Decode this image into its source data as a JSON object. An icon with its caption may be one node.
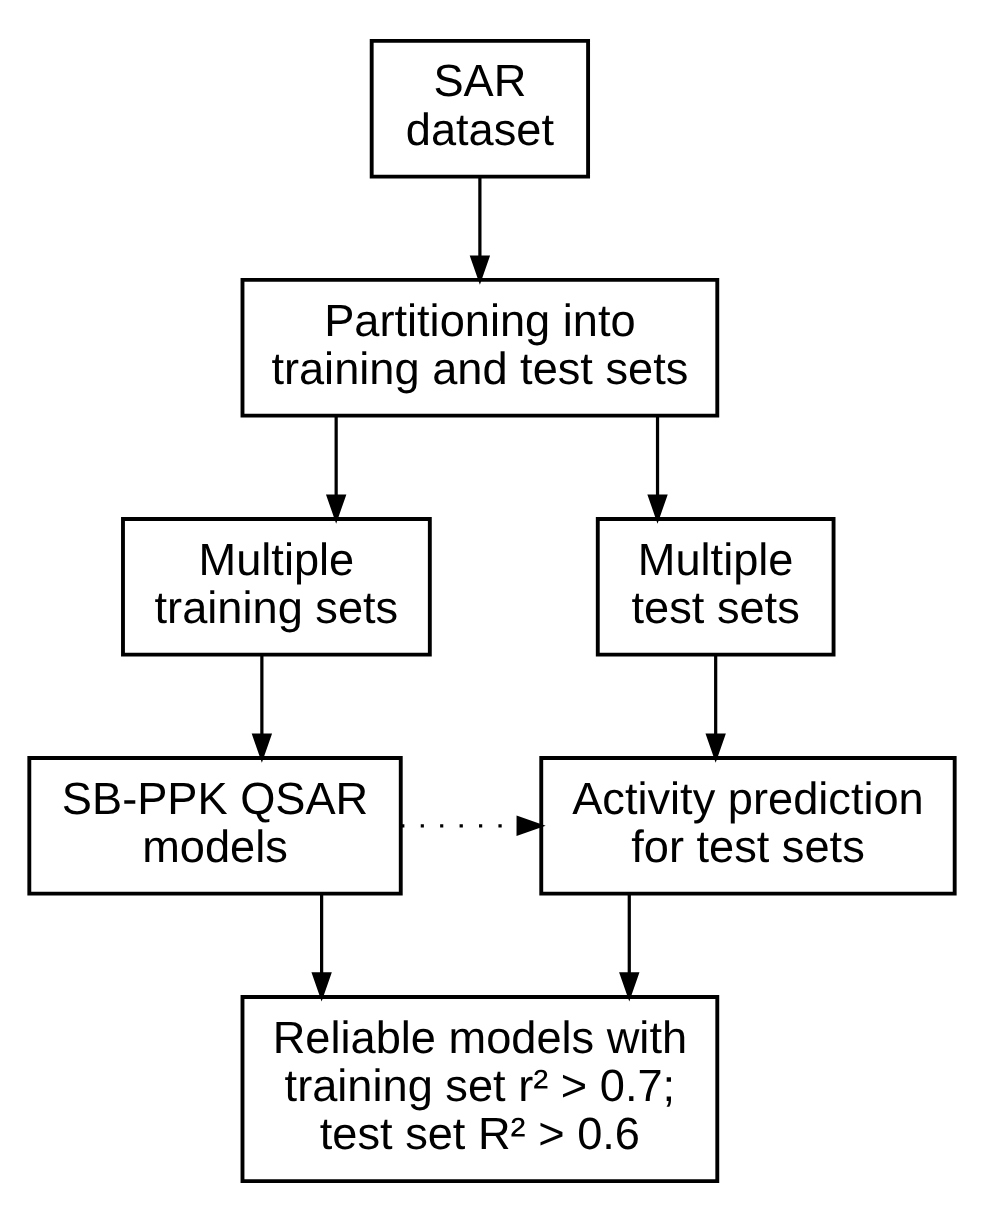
{
  "diagram": {
    "nodes": [
      {
        "text": [
          "SAR dataset"
        ]
      },
      {
        "text": [
          "Partitioning into training and test sets"
        ]
      },
      {
        "text": [
          "Multiple training sets"
        ]
      },
      {
        "text": [
          "Multiple test sets"
        ]
      },
      {
        "text": [
          "SB-PPK QSAR models"
        ]
      },
      {
        "text": [
          "Activity prediction for test sets"
        ]
      },
      {
        "text": [
          "Reliable models with training set r² > 0.7; test set R² > 0.6"
        ]
      }
    ],
    "edges": [
      {
        "from": 0,
        "to": 1,
        "arrow": "to"
      },
      {
        "from": 1,
        "to": 2,
        "arrow": "to"
      },
      {
        "from": 1,
        "to": 3,
        "arrow": "to"
      },
      {
        "from": 2,
        "to": 4,
        "arrow": "to"
      },
      {
        "from": 3,
        "to": 5,
        "arrow": "to"
      },
      {
        "from": 4,
        "to": 5,
        "arrow": "to",
        "style": "dashed"
      },
      {
        "from": 4,
        "to": 6,
        "arrow": "to"
      },
      {
        "from": 5,
        "to": 6,
        "arrow": "to"
      }
    ]
  }
}
